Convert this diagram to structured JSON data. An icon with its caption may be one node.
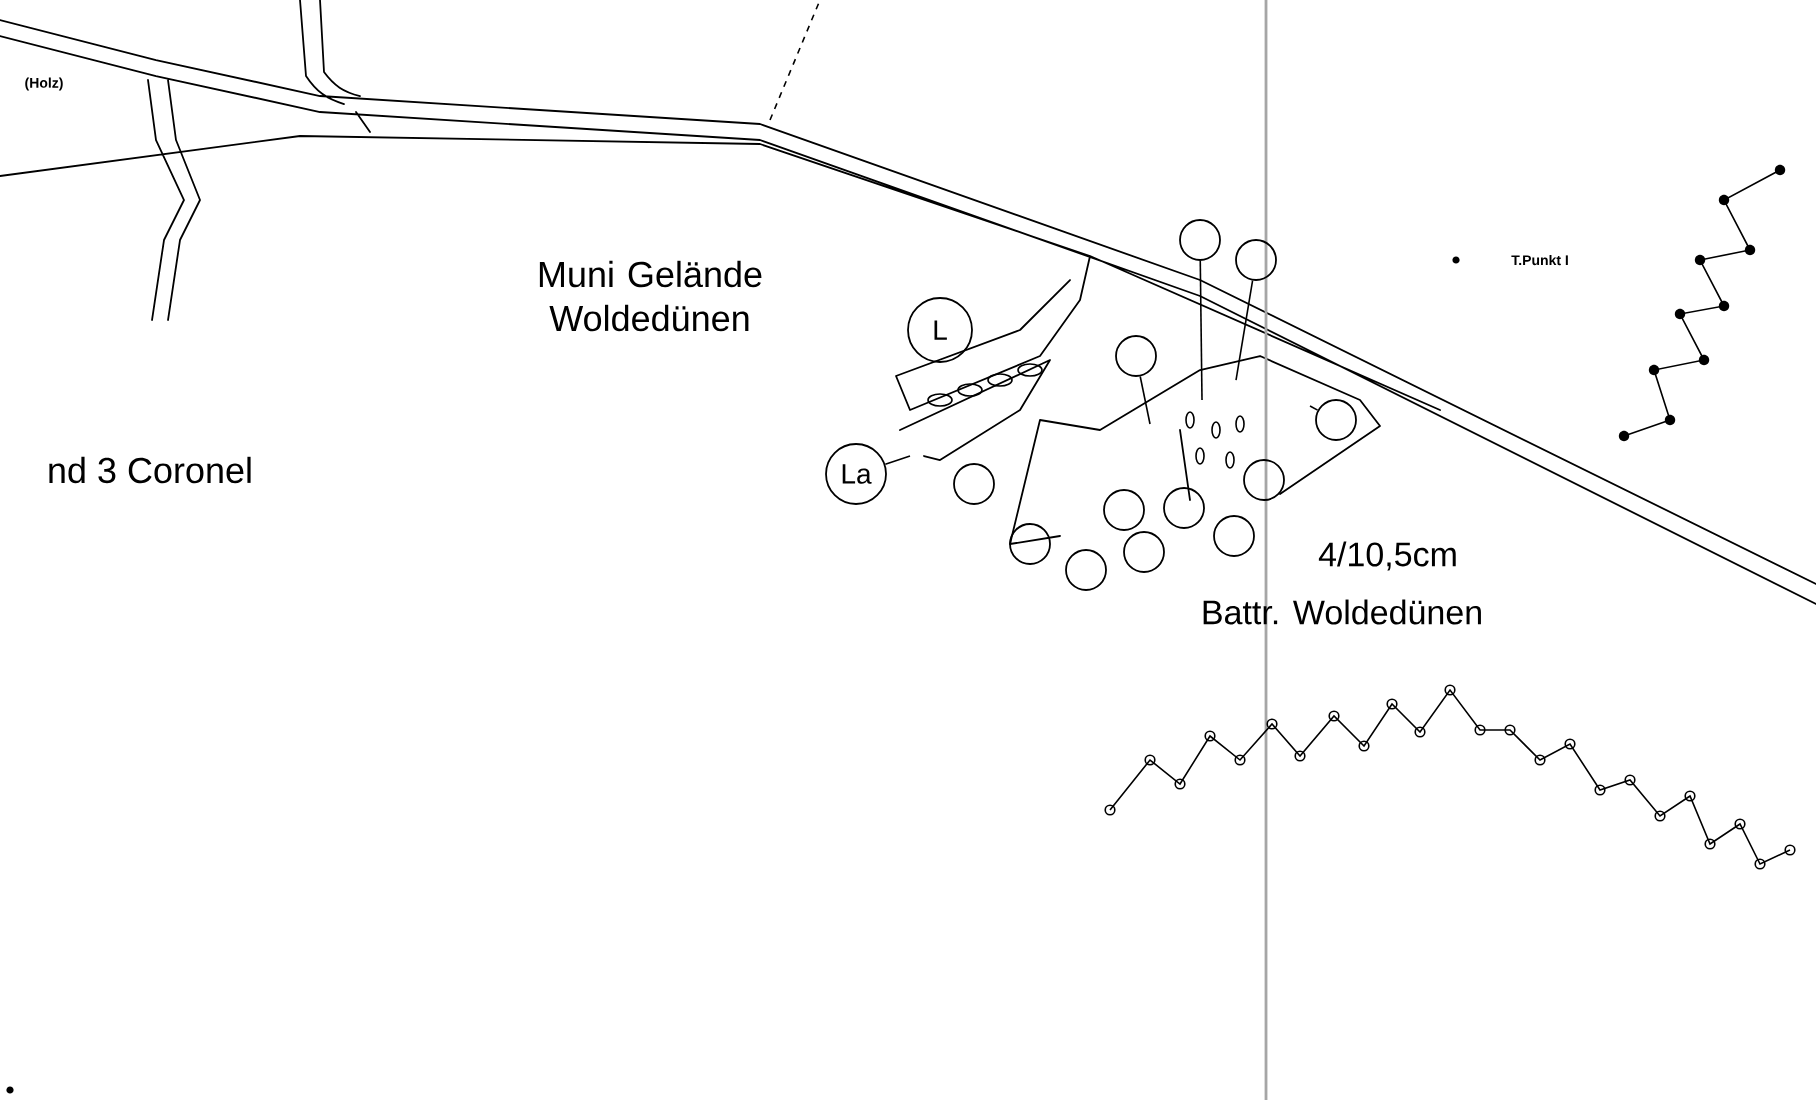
{
  "diagram": {
    "nodes": [
      {
        "text": [
          "L"
        ]
      },
      {
        "text": [
          "La"
        ]
      },
      {
        "text": [],
        "shape": "circle"
      },
      {
        "text": [],
        "shape": "circle"
      },
      {
        "text": [],
        "shape": "circle"
      },
      {
        "text": [],
        "shape": "circle"
      },
      {
        "text": [],
        "shape": "circle"
      },
      {
        "text": [],
        "shape": "circle"
      },
      {
        "text": [],
        "shape": "circle"
      },
      {
        "text": [],
        "shape": "circle"
      },
      {
        "text": [],
        "shape": "circle"
      },
      {
        "text": [],
        "shape": "circle"
      },
      {
        "text": [],
        "shape": "circle"
      },
      {
        "text": [],
        "shape": "circle"
      }
    ],
    "edges": [
      {
        "from": 1,
        "to": null,
        "arrow": "none"
      },
      {
        "from": 2,
        "to": null,
        "arrow": "none"
      },
      {
        "from": 3,
        "to": null,
        "arrow": "none"
      },
      {
        "from": 4,
        "to": null,
        "arrow": "none"
      },
      {
        "from": 5,
        "to": null,
        "arrow": "none"
      }
    ],
    "labels": [
      "(Holz)",
      "Muni Gelände Woldedünen",
      "nd 3 Coronel",
      "T.Punkt I",
      "4/10,5cm",
      "Battr. Woldedünen"
    ]
  }
}
